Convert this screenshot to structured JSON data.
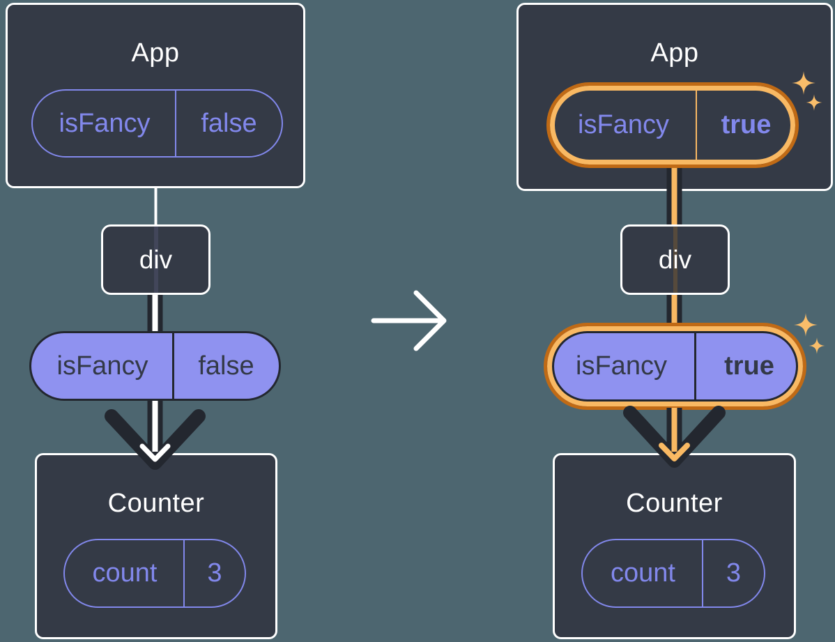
{
  "colors": {
    "background": "#4d6670",
    "card": "#343a46",
    "dark": "#23272f",
    "dark_text": "#333947",
    "purple_fill": "#8f92f0",
    "purple_stroke": "#8288ec",
    "highlight_outer": "#c06a15",
    "highlight_inner": "#f9b963",
    "sparkle": "#f9bd6a",
    "white": "#ffffff"
  },
  "icons": {
    "transition": "right-arrow-icon",
    "sparkle": "four-point-star-icon"
  },
  "panels": {
    "before": {
      "app": {
        "title": "App",
        "state_pill": {
          "name": "isFancy",
          "value": "false"
        }
      },
      "div_node": {
        "label": "div"
      },
      "prop_pill": {
        "name": "isFancy",
        "value": "false"
      },
      "counter": {
        "title": "Counter",
        "state_pill": {
          "name": "count",
          "value": "3"
        }
      }
    },
    "after": {
      "app": {
        "title": "App",
        "state_pill": {
          "name": "isFancy",
          "value": "true",
          "highlighted": true
        }
      },
      "div_node": {
        "label": "div"
      },
      "prop_pill": {
        "name": "isFancy",
        "value": "true",
        "highlighted": true
      },
      "counter": {
        "title": "Counter",
        "state_pill": {
          "name": "count",
          "value": "3"
        }
      }
    }
  }
}
